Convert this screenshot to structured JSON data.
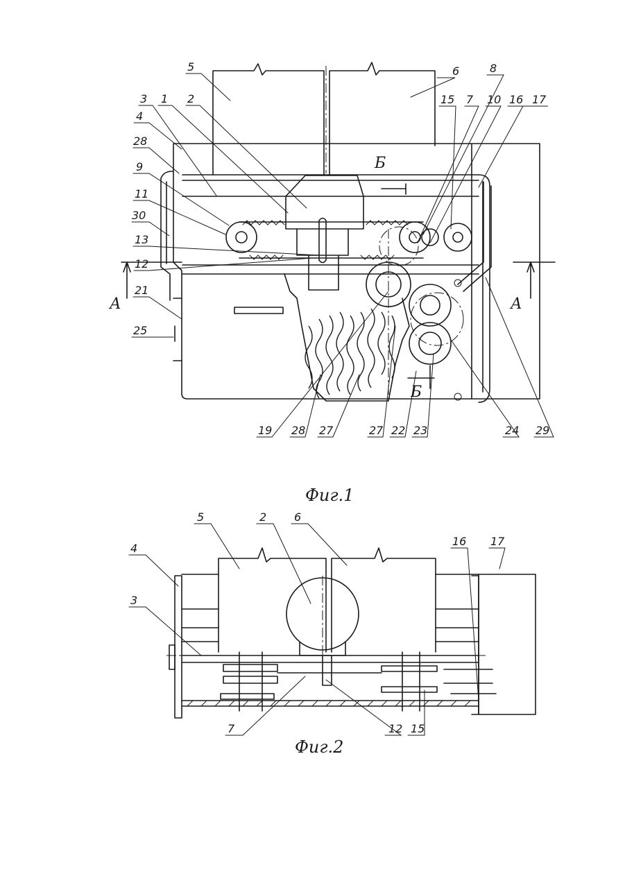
{
  "figures": [
    {
      "id": "fig1",
      "caption": "Фиг.1",
      "section_marks": {
        "a_left": "А",
        "a_right": "А",
        "b_top": "Б",
        "b_bottom": "Б"
      },
      "labels": [
        "5",
        "6",
        "8",
        "3",
        "1",
        "2",
        "15",
        "7",
        "10",
        "16",
        "17",
        "4",
        "28",
        "9",
        "11",
        "30",
        "13",
        "12",
        "21",
        "25",
        "19",
        "28",
        "27",
        "27",
        "22",
        "23",
        "24",
        "29"
      ]
    },
    {
      "id": "fig2",
      "caption": "Фиг.2",
      "labels": [
        "5",
        "2",
        "6",
        "16",
        "17",
        "4",
        "3",
        "7",
        "12",
        "15"
      ]
    }
  ]
}
